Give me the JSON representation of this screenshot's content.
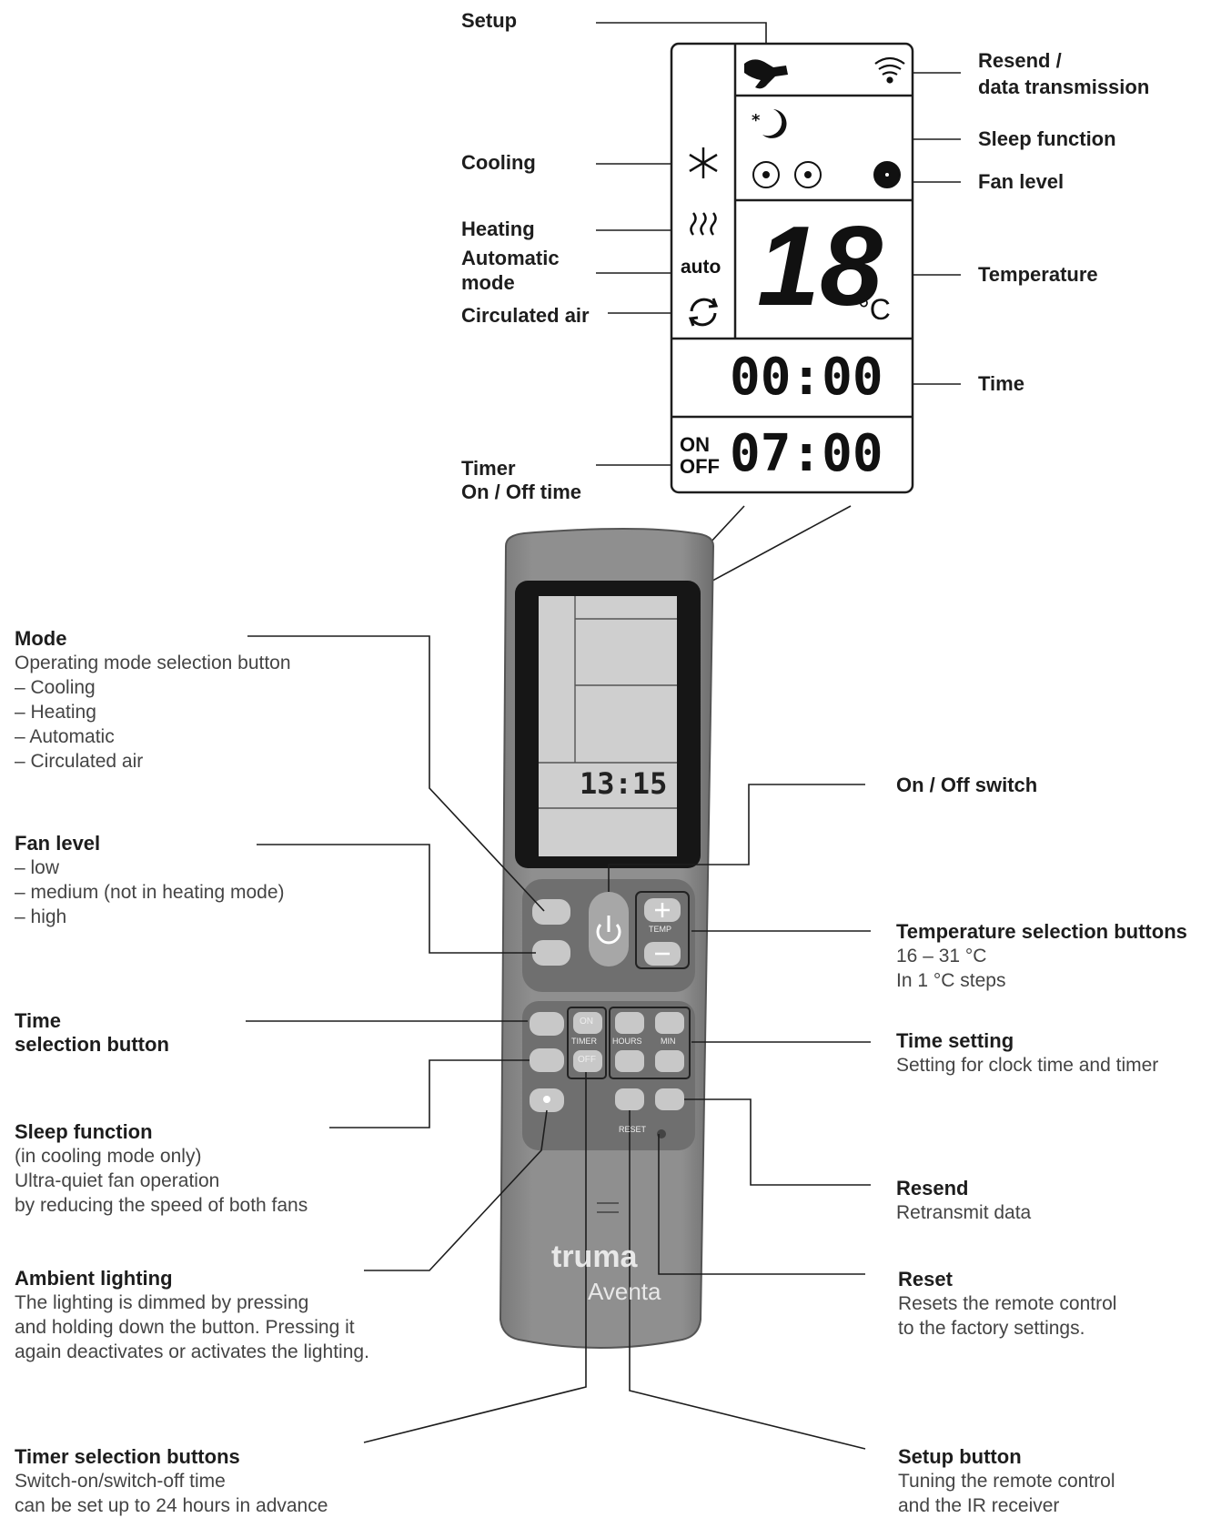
{
  "lcd_labels": {
    "setup": "Setup",
    "resend": [
      "Resend /",
      "data transmission"
    ],
    "cooling": "Cooling",
    "sleep": "Sleep function",
    "fan_level": "Fan level",
    "heating": "Heating",
    "automatic": [
      "Automatic",
      "mode"
    ],
    "temperature": "Temperature",
    "circulated": "Circulated air",
    "time": "Time",
    "timer": [
      "Timer",
      "On / Off time"
    ]
  },
  "lcd_display": {
    "auto_text": "auto",
    "temperature_value": "18",
    "temperature_unit": "°C",
    "time_value": "00:00",
    "timer_on": "ON",
    "timer_off": "OFF",
    "timer_value": "07:00"
  },
  "remote": {
    "screen_time": "13:15",
    "temp_label": "TEMP",
    "timer_label": "TIMER",
    "on_label": "ON",
    "off_label": "OFF",
    "hours_label": "HOURS",
    "min_label": "MIN",
    "reset_label": "RESET",
    "brand": "truma",
    "model": "Aventa"
  },
  "left_blocks": {
    "mode": {
      "title": "Mode",
      "lines": [
        "Operating mode selection button",
        "– Cooling",
        "– Heating",
        "– Automatic",
        "– Circulated air"
      ]
    },
    "fan": {
      "title": "Fan level",
      "lines": [
        "– low",
        "– medium (not in heating mode)",
        "– high"
      ]
    },
    "time_sel": {
      "title": [
        "Time",
        "selection button"
      ],
      "lines": []
    },
    "sleep": {
      "title": "Sleep function",
      "lines": [
        "(in cooling mode only)",
        "Ultra-quiet fan operation",
        "by reducing the speed of both fans"
      ]
    },
    "ambient": {
      "title": "Ambient lighting",
      "lines": [
        "The lighting is dimmed by pressing",
        "and holding down the button. Pressing it",
        "again deactivates or activates the lighting."
      ]
    },
    "timer_sel": {
      "title": "Timer selection buttons",
      "lines": [
        "Switch-on/switch-off time",
        "can be set up to 24 hours in advance"
      ]
    }
  },
  "right_blocks": {
    "onoff": {
      "title": "On / Off switch",
      "lines": []
    },
    "temp_sel": {
      "title": "Temperature selection buttons",
      "lines": [
        "16 – 31 °C",
        "In 1 °C steps"
      ]
    },
    "time_set": {
      "title": "Time setting",
      "lines": [
        "Setting for clock time and timer"
      ]
    },
    "resend": {
      "title": "Resend",
      "lines": [
        "Retransmit data"
      ]
    },
    "reset": {
      "title": "Reset",
      "lines": [
        "Resets the remote control",
        "to the factory settings."
      ]
    },
    "setup_btn": {
      "title": "Setup button",
      "lines": [
        "Tuning the remote control",
        "and the IR receiver"
      ]
    }
  },
  "icons": [
    "wrench-icon",
    "wifi-icon",
    "moon-icon",
    "fan-icon",
    "snowflake-icon",
    "heat-waves-icon",
    "recirculate-icon",
    "power-icon",
    "plus-icon",
    "minus-icon",
    "bulb-icon"
  ],
  "colors": {
    "remote_body": "#8d8d8d",
    "remote_dark": "#6f6f6f",
    "button": "#c8c8c8",
    "screen": "#cfcfcf",
    "line": "#1d1d1d"
  }
}
